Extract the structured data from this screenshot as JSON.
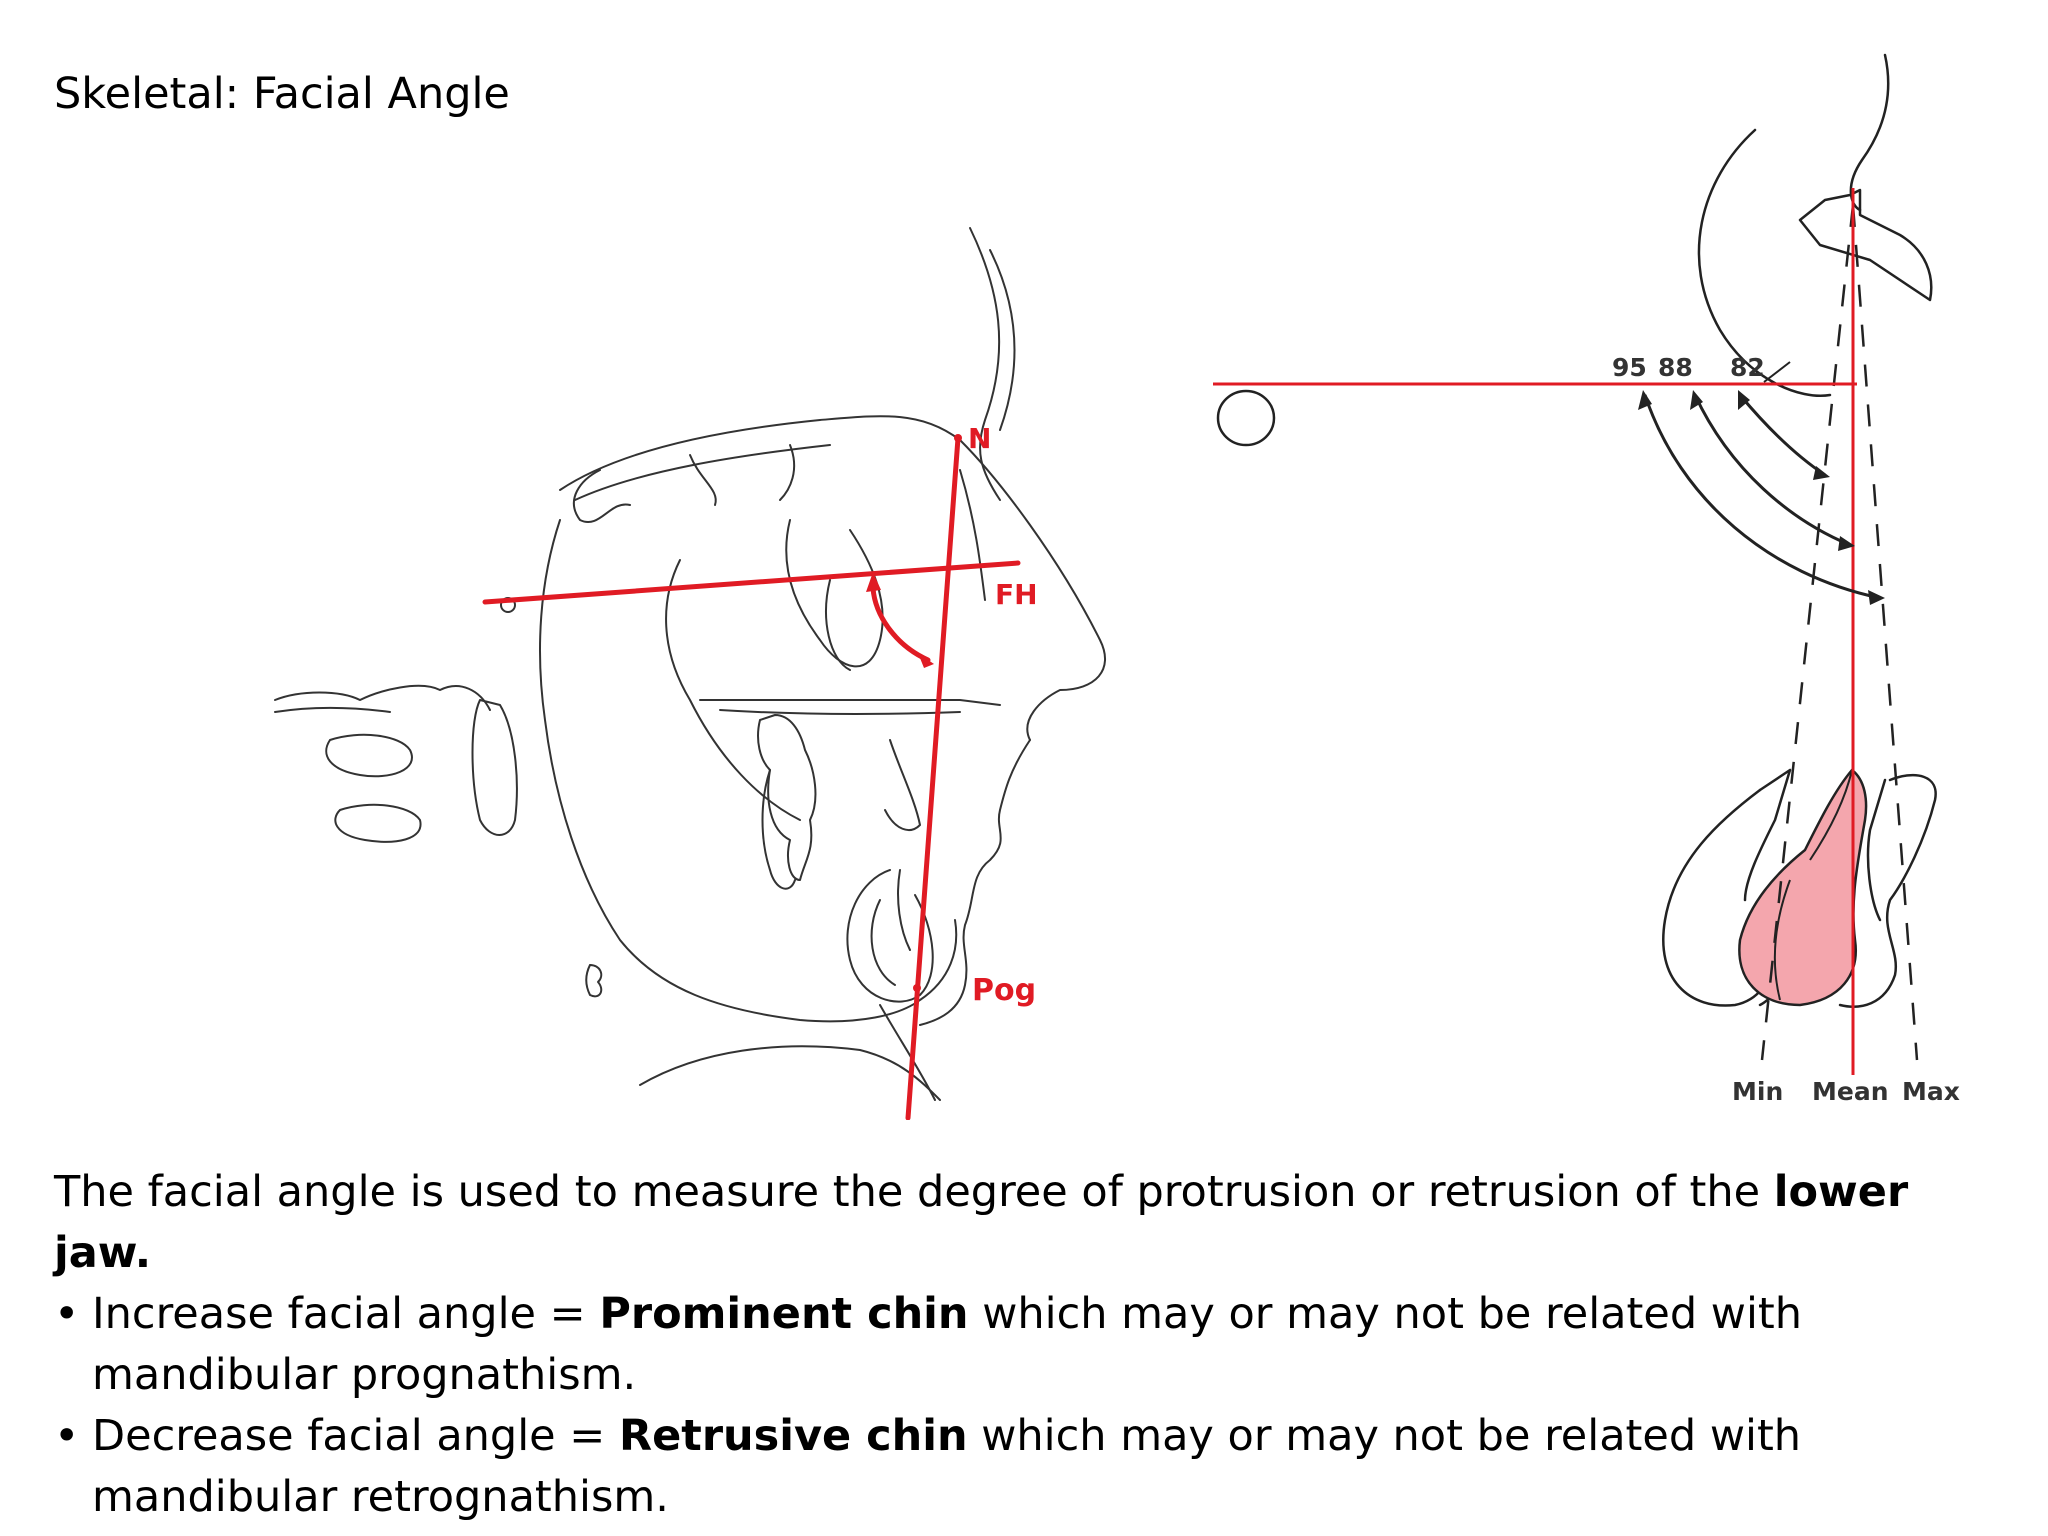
{
  "slide": {
    "title": "Skeletal: Facial Angle"
  },
  "left_figure": {
    "labels": {
      "nasion": "N",
      "frankfort": "FH",
      "pogonion": "Pog"
    }
  },
  "right_figure": {
    "angle_labels": [
      "95",
      "88",
      "82"
    ],
    "axis_labels": [
      "Min",
      "Mean",
      "Max"
    ],
    "highlight_color": "#f4a6ad",
    "line_color": "#e01b24"
  },
  "body": {
    "intro_text": "The facial angle is used to measure the degree of protrusion or retrusion of the ",
    "intro_bold": "lower jaw.",
    "bullets": [
      {
        "bullet": "•",
        "text_before": "Increase facial angle = ",
        "bold": "Prominent chin",
        "text_after": " which may or may not be related with mandibular prognathism."
      },
      {
        "bullet": "•",
        "text_before": "Decrease facial angle = ",
        "bold": "Retrusive chin",
        "text_after": " which may or may not be related with mandibular retrognathism."
      }
    ]
  }
}
